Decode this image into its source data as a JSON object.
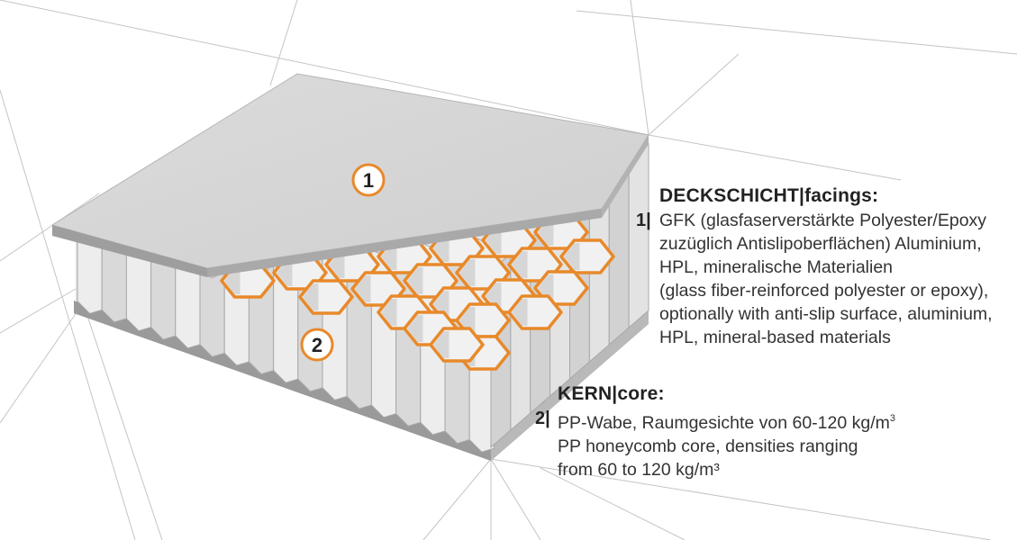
{
  "markers": {
    "facing": "1",
    "core": "2"
  },
  "facings": {
    "heading": "DECKSCHICHT|facings:",
    "number": "1|",
    "lines": [
      "GFK (glasfaserverstärkte Polyester/Epoxy",
      "zuzüglich Antislipoberflächen) Aluminium,",
      "HPL, mineralische Materialien",
      "(glass fiber-reinforced polyester or epoxy),",
      "optionally with anti-slip surface, aluminium,",
      "HPL, mineral-based materials"
    ]
  },
  "core": {
    "heading": "KERN|core:",
    "number": "2|",
    "line1_main": "PP-Wabe, Raumgesichte von 60-120 kg/m",
    "line1_sup": "3",
    "lines": [
      "PP honeycomb core, densities ranging",
      "from 60 to 120 kg/m³"
    ]
  },
  "colors": {
    "accent_orange": "#e8892a",
    "panel_top": "#d6d6d6",
    "panel_edge": "#9c9c9c",
    "cell_light": "#eeeeee",
    "cell_shade": "#c9c9c9",
    "construction_lines": "#bdbdbd"
  }
}
